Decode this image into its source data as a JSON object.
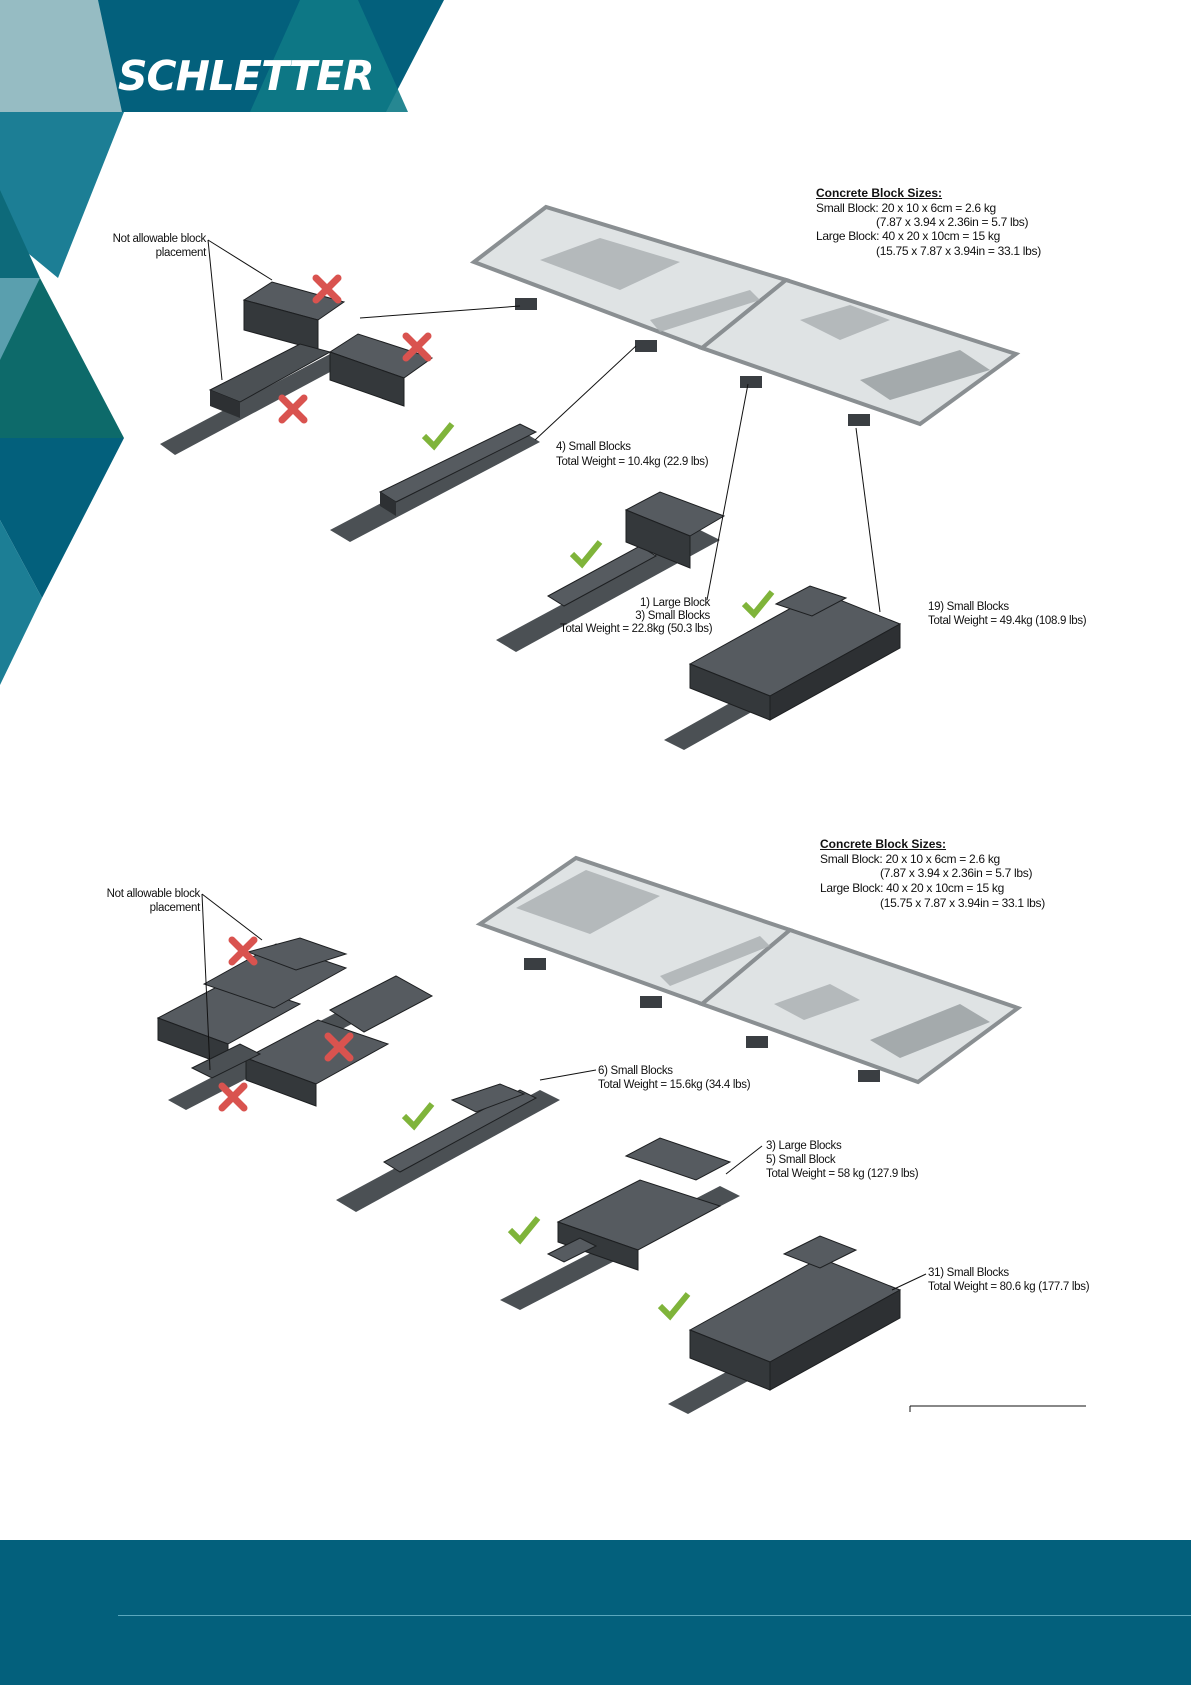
{
  "brand": {
    "logo_text": "SCHLETTER",
    "colors": {
      "teal_dark": "#03607c",
      "teal_mid": "#1c7e95",
      "teal_light": "#96bcc3",
      "green": "#0d6a6a",
      "cross": "#d9534f",
      "check": "#7fb43a"
    }
  },
  "diagram_top": {
    "sizes": {
      "title": "Concrete Block Sizes:",
      "small_line": "Small Block: 20 x 10 x 6cm = 2.6 kg",
      "small_imperial": "(7.87 x 3.94 x 2.36in = 5.7 lbs)",
      "large_line": "Large Block: 40 x 20 x 10cm = 15 kg",
      "large_imperial": "(15.75 x 7.87 x 3.94in = 33.1 lbs)"
    },
    "not_allowed": {
      "line1": "Not allowable block",
      "line2": "placement"
    },
    "option_a": {
      "line1": "4) Small Blocks",
      "line2": "Total Weight = 10.4kg (22.9 lbs)"
    },
    "option_b": {
      "line1": "1) Large Block",
      "line2": "3) Small Blocks",
      "line3": "Total Weight = 22.8kg (50.3 lbs)"
    },
    "option_c": {
      "line1": "19) Small Blocks",
      "line2": "Total Weight = 49.4kg (108.9 lbs)"
    }
  },
  "diagram_bottom": {
    "sizes": {
      "title": "Concrete Block Sizes:",
      "small_line": "Small Block: 20 x 10 x 6cm = 2.6 kg",
      "small_imperial": "(7.87 x 3.94 x 2.36in = 5.7 lbs)",
      "large_line": "Large Block: 40 x 20 x 10cm = 15 kg",
      "large_imperial": "(15.75 x 7.87 x 3.94in = 33.1 lbs)"
    },
    "not_allowed": {
      "line1": "Not allowable block",
      "line2": "placement"
    },
    "option_a": {
      "line1": "6) Small Blocks",
      "line2": "Total Weight = 15.6kg (34.4 lbs)"
    },
    "option_b": {
      "line1": "3) Large Blocks",
      "line2": "5) Small Block",
      "line3": "Total Weight = 58 kg (127.9 lbs)"
    },
    "option_c": {
      "line1": "31) Small Blocks",
      "line2": "Total Weight = 80.6 kg (177.7 lbs)"
    }
  }
}
